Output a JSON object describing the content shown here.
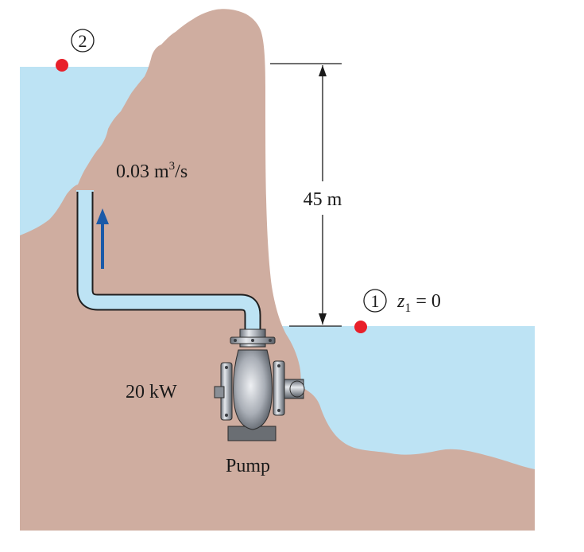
{
  "labels": {
    "point2": "2",
    "point1": "1",
    "flow_rate": "0.03 m",
    "flow_rate_sup": "3",
    "flow_rate_tail": "/s",
    "height": "45 m",
    "z_var": "z",
    "z_sub": "1",
    "z_rest": " = 0",
    "power": "20 kW",
    "pump": "Pump"
  },
  "colors": {
    "water": "#bde3f4",
    "rock": "#cfada0",
    "pipe_fill": "#bde3f4",
    "pipe_stroke": "#1f1f1f",
    "point_marker": "#e8202a",
    "flow_arrow": "#1b5aa8",
    "dimension_line": "#1a1a1a"
  },
  "icons": {
    "flow_arrow": "up-arrow-icon",
    "pump": "centrifugal-pump-icon"
  }
}
